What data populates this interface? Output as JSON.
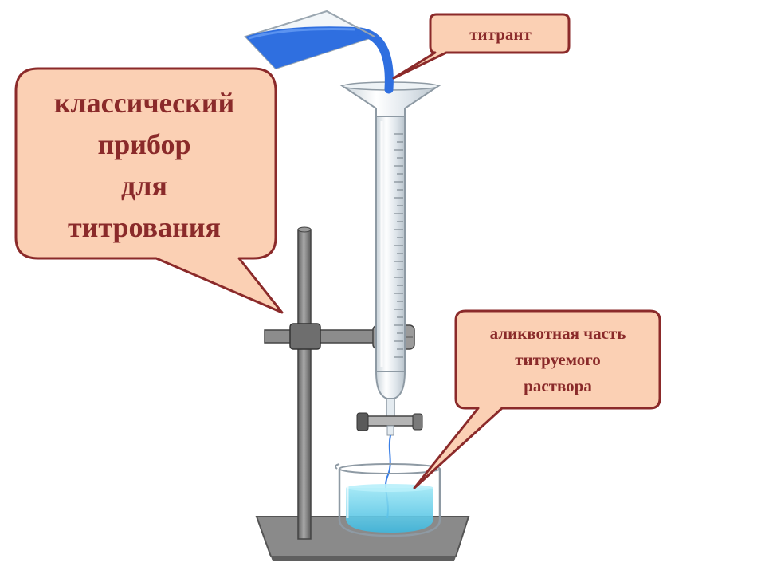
{
  "diagram": {
    "main_label": {
      "lines": [
        "классический",
        "прибор",
        "для",
        "титрования"
      ]
    },
    "titrant_label": {
      "text": "титрант"
    },
    "aliquot_label": {
      "lines": [
        "аликвотная часть",
        "титруемого",
        "раствора"
      ]
    },
    "colors": {
      "callout_fill": "#fbd0b4",
      "callout_border": "#8b2a2a",
      "label_text": "#8a2a2a",
      "liquid_blue": "#2f6fe0",
      "solution_cyan": "#6fd3ea",
      "stand_gray": "#7d7d7d",
      "glass_outline": "#9aa6b0"
    },
    "icons": [
      "beaker-icon",
      "burette-icon",
      "funnel-icon",
      "stand-icon",
      "stopcock-icon",
      "clamp-icon"
    ]
  }
}
